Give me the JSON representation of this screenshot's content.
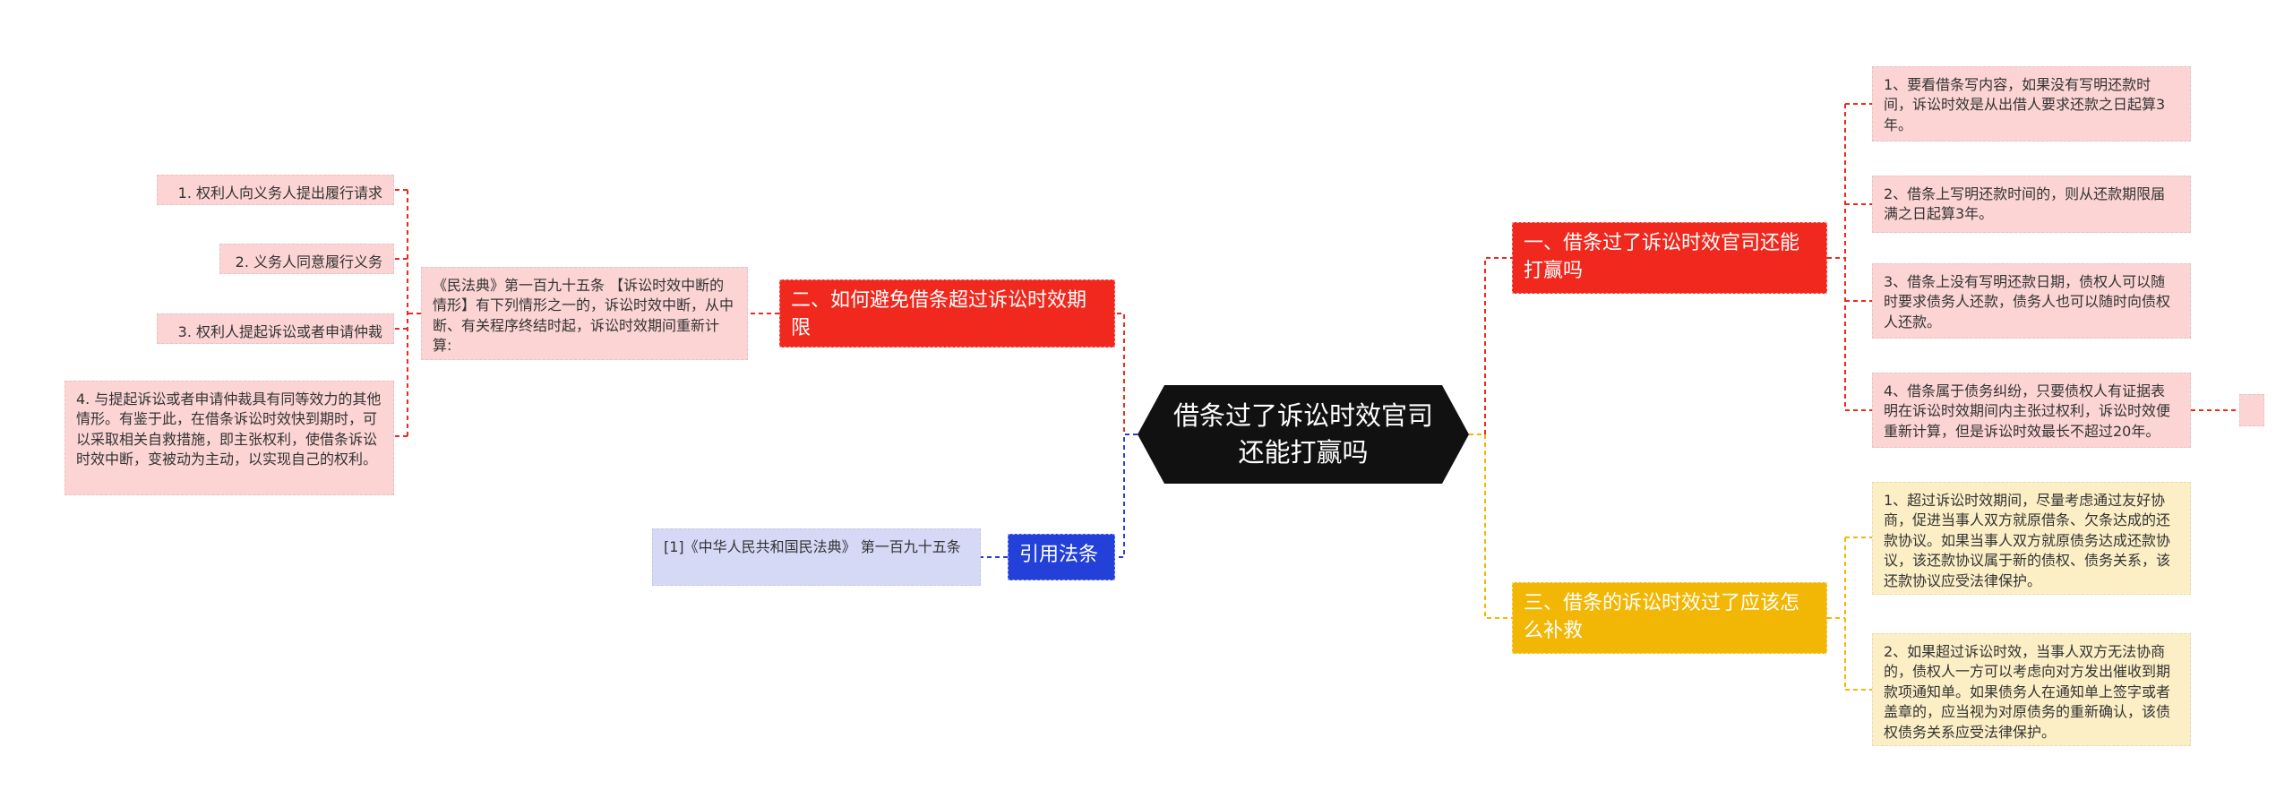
{
  "root": {
    "title": "借条过了诉讼时效官司还能打赢吗"
  },
  "branches": {
    "b1": {
      "title": "一、借条过了诉讼时效官司还能打赢吗",
      "items": [
        "1、要看借条写内容，如果没有写明还款时间，诉讼时效是从出借人要求还款之日起算3年。",
        "2、借条上写明还款时间的，则从还款期限届满之日起算3年。",
        "3、借条上没有写明还款日期，债权人可以随时要求债务人还款，债务人也可以随时向债权人还款。",
        "4、借条属于债务纠纷，只要债权人有证据表明在诉讼时效期间内主张过权利，诉讼时效便重新计算，但是诉讼时效最长不超过20年。"
      ],
      "extra": ""
    },
    "b2": {
      "title": "二、如何避免借条超过诉讼时效期限",
      "text": "《民法典》第一百九十五条 【诉讼时效中断的情形】有下列情形之一的，诉讼时效中断，从中断、有关程序终结时起，诉讼时效期间重新计算:",
      "items": [
        "1. 权利人向义务人提出履行请求",
        "2. 义务人同意履行义务",
        "3. 权利人提起诉讼或者申请仲裁",
        "4. 与提起诉讼或者申请仲裁具有同等效力的其他情形。有鉴于此，在借条诉讼时效快到期时，可以采取相关自救措施，即主张权利，使借条诉讼时效中断，变被动为主动，以实现自己的权利。"
      ]
    },
    "b3": {
      "title": "三、借条的诉讼时效过了应该怎么补救",
      "items": [
        "1、超过诉讼时效期间，尽量考虑通过友好协商，促进当事人双方就原借条、欠条达成的还款协议。如果当事人双方就原债务达成还款协议，该还款协议属于新的债权、债务关系，该还款协议应受法律保护。",
        "2、如果超过诉讼时效，当事人双方无法协商的，债权人一方可以考虑向对方发出催收到期款项通知单。如果债务人在通知单上签字或者盖章的，应当视为对原债务的重新确认，该债权债务关系应受法律保护。"
      ]
    },
    "b4": {
      "title": "引用法条",
      "items": [
        "[1]《中华人民共和国民法典》 第一百九十五条"
      ]
    }
  },
  "colors": {
    "red": "#f0281d",
    "yellow": "#f2b705",
    "blue": "#2340d8",
    "root": "#111111",
    "pink_leaf": "#fcd4d4",
    "cream_leaf": "#fcefc6",
    "lavender_leaf": "#d5d9f6"
  }
}
